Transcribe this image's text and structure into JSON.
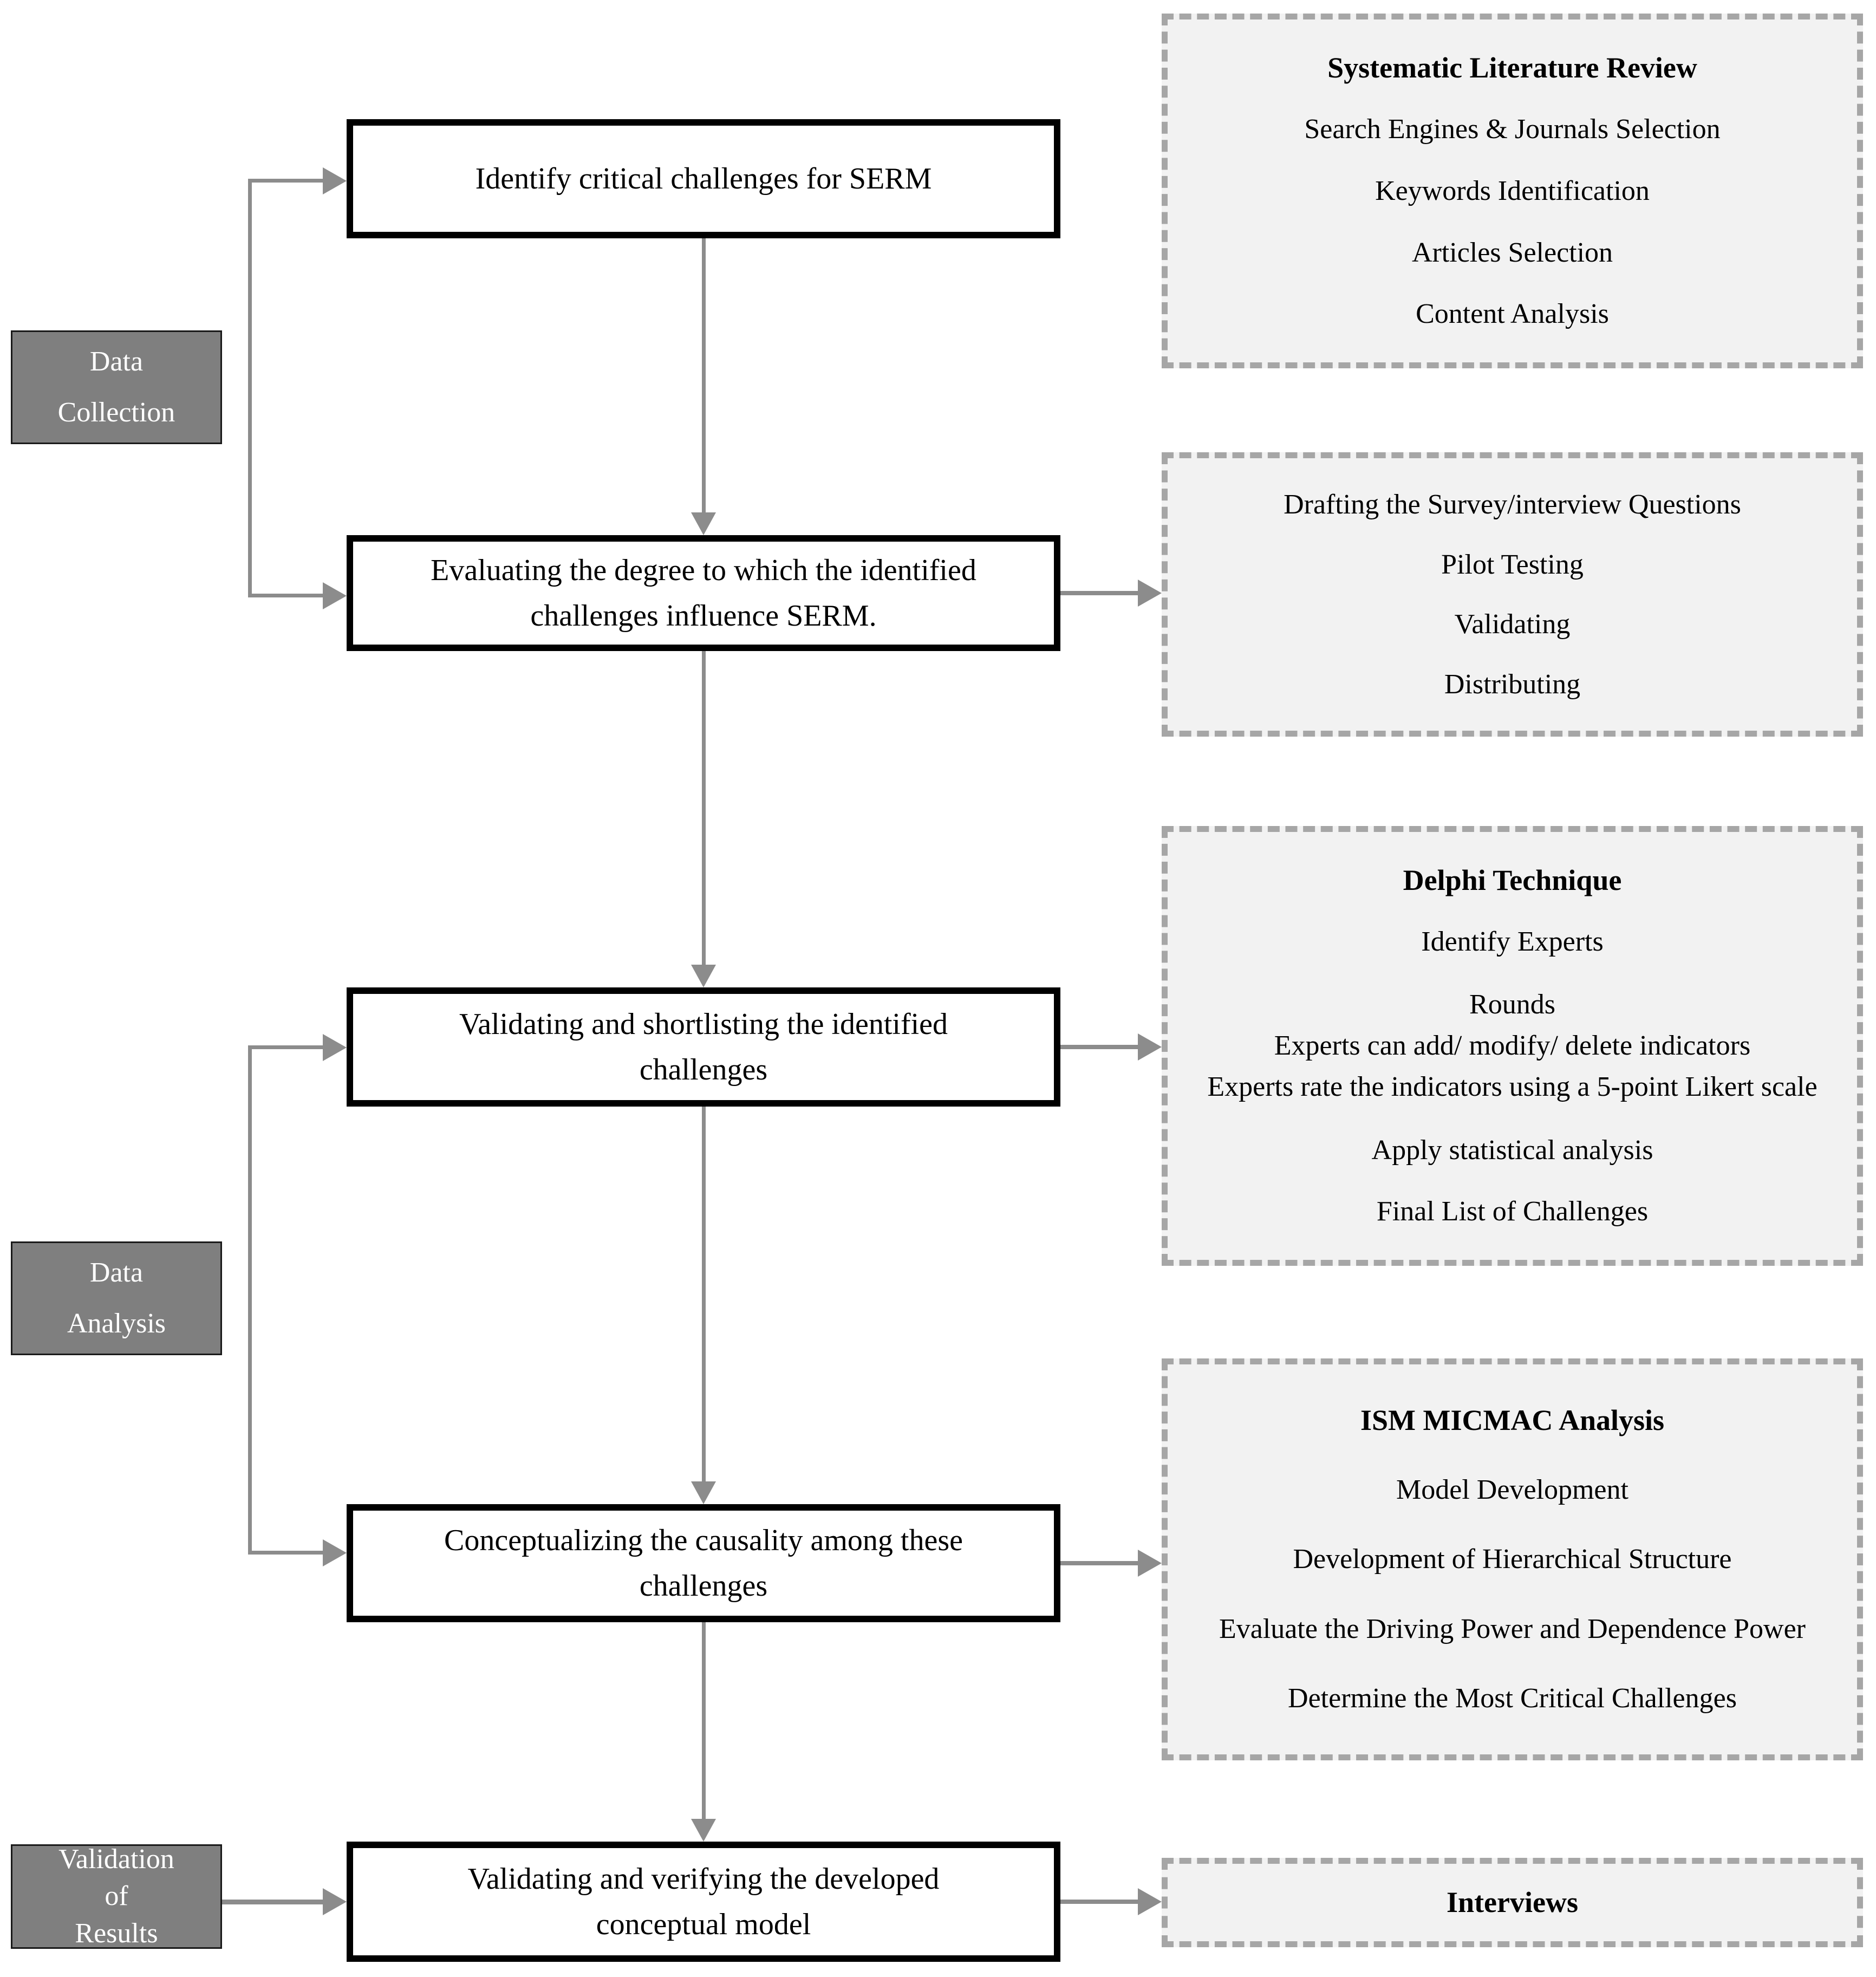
{
  "colors": {
    "conn": "#8c8c8c",
    "dash": "#a6a6a6",
    "panel-fill": "#f2f2f2",
    "stage-fill": "#7f7f7f",
    "ink": "#000000"
  },
  "stages": [
    {
      "label": "Data\nCollection"
    },
    {
      "label": "Data\nAnalysis"
    },
    {
      "label": "Validation\nof\nResults"
    }
  ],
  "process": [
    {
      "label": "Identify critical challenges for SERM"
    },
    {
      "label": "Evaluating the degree to which the identified\nchallenges influence SERM."
    },
    {
      "label": "Validating and shortlisting the identified\nchallenges"
    },
    {
      "label": "Conceptualizing the causality among these\nchallenges"
    },
    {
      "label": "Validating and verifying the developed\nconceptual model"
    }
  ],
  "right_panels": [
    {
      "title": "Systematic Literature Review",
      "items": [
        "Search Engines & Journals Selection",
        "Keywords Identification",
        "Articles Selection",
        "Content Analysis"
      ]
    },
    {
      "title": "",
      "items": [
        "Drafting the Survey/interview Questions",
        "Pilot Testing",
        "Validating",
        "Distributing"
      ]
    },
    {
      "title": "Delphi Technique",
      "items": [
        "Identify Experts",
        "Rounds",
        "Experts can add/ modify/ delete indicators",
        "Experts rate the indicators using a 5-point Likert scale",
        "Apply statistical analysis",
        "Final List of Challenges"
      ]
    },
    {
      "title": "ISM MICMAC Analysis",
      "items": [
        "Model Development",
        "Development of Hierarchical Structure",
        "Evaluate the Driving Power and Dependence Power",
        "Determine the Most Critical Challenges"
      ]
    },
    {
      "title": "Interviews",
      "items": []
    }
  ]
}
